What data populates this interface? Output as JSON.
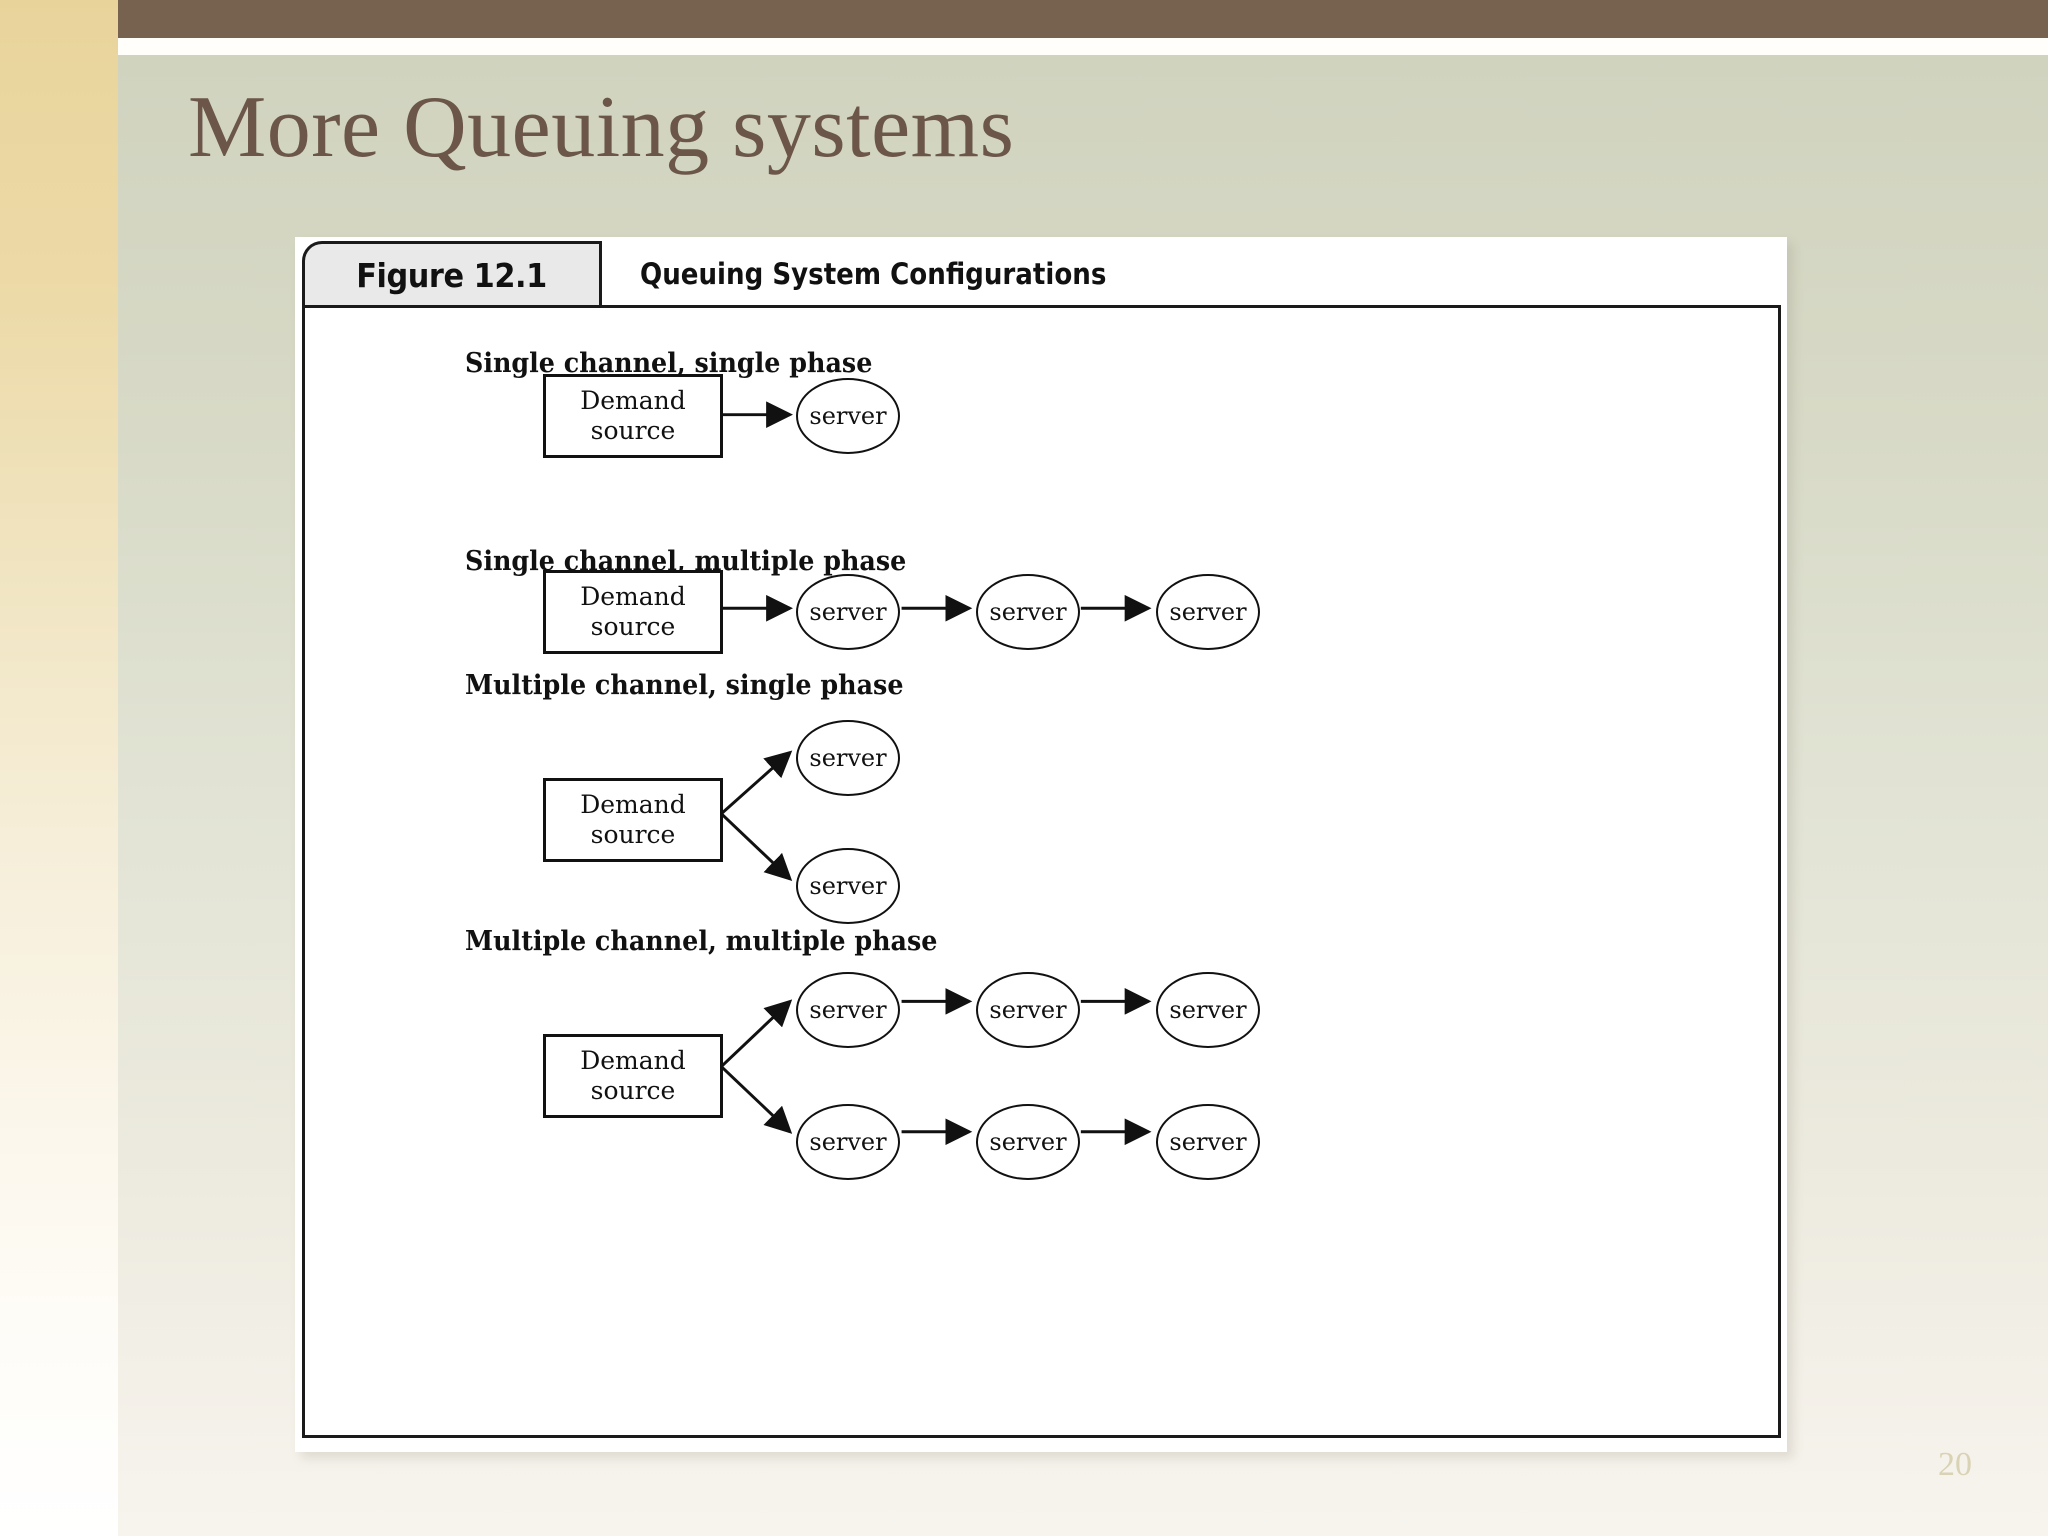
{
  "slide": {
    "title": "More Queuing systems",
    "page_number": "20",
    "accent_brown": "#76624f",
    "title_color": "#6b5649",
    "left_strip_gold": "#e8d49b",
    "background_sage": "#d8dac7"
  },
  "figure": {
    "tab_label": "Figure 12.1",
    "caption": "Queuing System Configurations",
    "sections": [
      {
        "heading": "Single channel, single phase",
        "source_line1": "Demand",
        "source_line2": "source",
        "rows": [
          {
            "servers": [
              "server"
            ]
          }
        ]
      },
      {
        "heading": "Single channel, multiple phase",
        "source_line1": "Demand",
        "source_line2": "source",
        "rows": [
          {
            "servers": [
              "server",
              "server",
              "server"
            ]
          }
        ]
      },
      {
        "heading": "Multiple channel, single phase",
        "source_line1": "Demand",
        "source_line2": "source",
        "rows": [
          {
            "servers": [
              "server"
            ]
          },
          {
            "servers": [
              "server"
            ]
          }
        ]
      },
      {
        "heading": "Multiple channel, multiple phase",
        "source_line1": "Demand",
        "source_line2": "source",
        "rows": [
          {
            "servers": [
              "server",
              "server",
              "server"
            ]
          },
          {
            "servers": [
              "server",
              "server",
              "server"
            ]
          }
        ]
      }
    ]
  }
}
